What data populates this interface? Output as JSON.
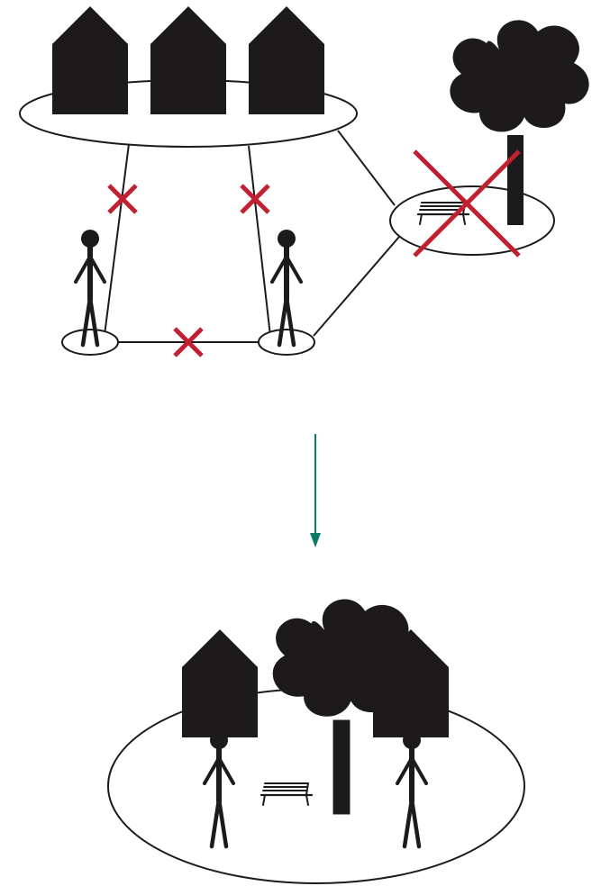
{
  "colors": {
    "ink": "#1c1a1b",
    "cross": "#c0202f",
    "arrow": "#0a7a68",
    "background": "#ffffff"
  },
  "top_network": {
    "nodes": [
      {
        "id": "houses-node",
        "icon": "house-icon",
        "count": 3
      },
      {
        "id": "park-node",
        "icon": "tree-icon",
        "contains": "bench-icon"
      },
      {
        "id": "person-left-node",
        "icon": "person-icon"
      },
      {
        "id": "person-right-node",
        "icon": "person-icon"
      }
    ],
    "links": [
      {
        "from": "houses-node",
        "to": "person-left-node",
        "status": "broken"
      },
      {
        "from": "houses-node",
        "to": "person-right-node",
        "status": "broken"
      },
      {
        "from": "person-left-node",
        "to": "person-right-node",
        "status": "broken"
      },
      {
        "from": "houses-node",
        "to": "park-node",
        "status": "intact"
      },
      {
        "from": "person-right-node",
        "to": "park-node",
        "status": "intact"
      }
    ],
    "removed_node": "park-node"
  },
  "transition": {
    "icon": "arrow-down-icon"
  },
  "bottom_scene": {
    "elements": [
      "house-icon",
      "house-icon",
      "tree-icon",
      "bench-icon",
      "person-icon",
      "person-icon"
    ]
  }
}
